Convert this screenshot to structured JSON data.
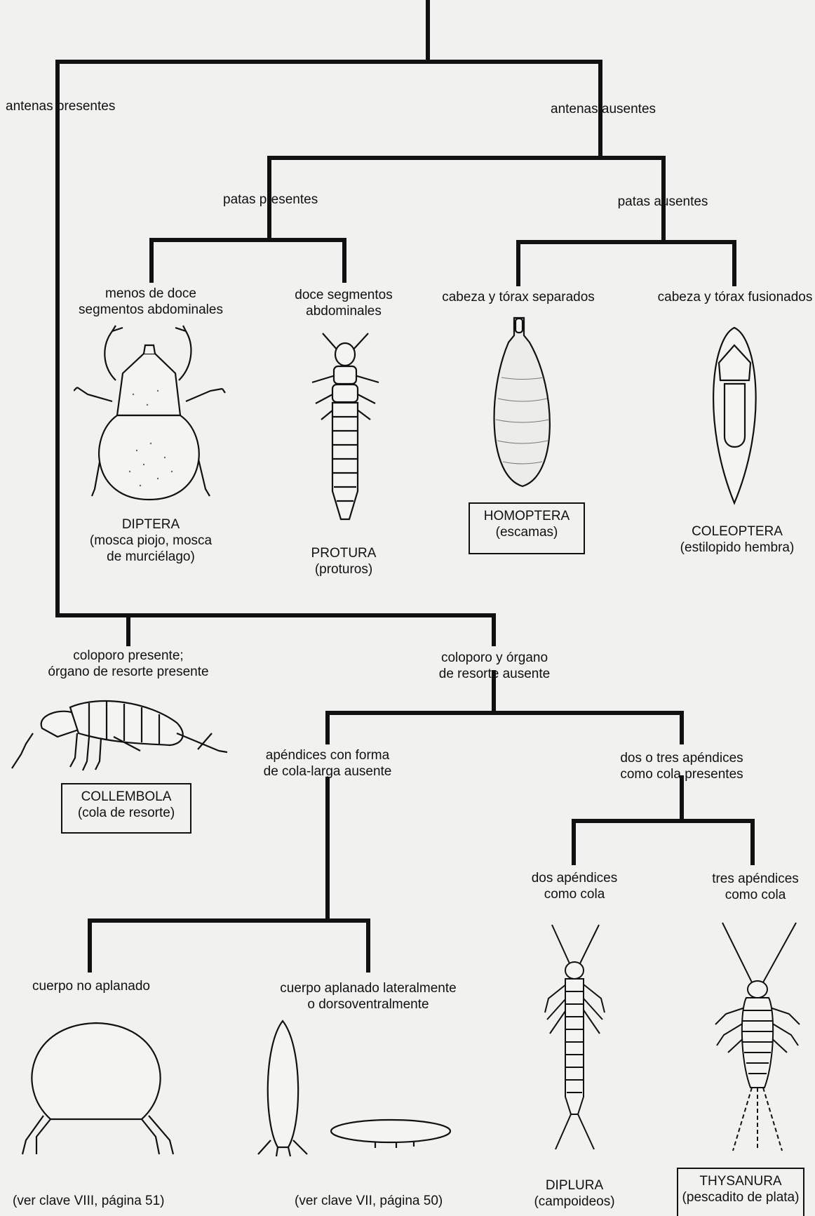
{
  "labels": {
    "antenas_presentes": "antenas presentes",
    "antenas_ausentes": "antenas ausentes",
    "patas_presentes": "patas presentes",
    "patas_ausentes": "patas ausentes",
    "menos_doce": [
      "menos de doce",
      "segmentos abdominales"
    ],
    "doce_segmentos": [
      "doce segmentos",
      "abdominales"
    ],
    "cabeza_separados": "cabeza y tórax separados",
    "cabeza_fusionados": "cabeza y tórax fusionados",
    "coloporo_presente": [
      "coloporo presente;",
      "órgano de resorte presente"
    ],
    "coloporo_ausente": [
      "coloporo y órgano",
      "de resorte ausente"
    ],
    "apendices_ausente": [
      "apéndices con forma",
      "de cola-larga ausente"
    ],
    "dos_tres": [
      "dos o tres apéndices",
      "como cola presentes"
    ],
    "dos_apendices": [
      "dos apéndices",
      "como cola"
    ],
    "tres_apendices": [
      "tres apéndices",
      "como cola"
    ],
    "cuerpo_no_aplanado": "cuerpo no aplanado",
    "cuerpo_aplanado": [
      "cuerpo aplanado lateralmente",
      "o dorsoventralmente"
    ]
  },
  "taxa": {
    "diptera": [
      "DIPTERA",
      "(mosca piojo, mosca",
      "de murciélago)"
    ],
    "protura": [
      "PROTURA",
      "(proturos)"
    ],
    "homoptera": [
      "HOMOPTERA",
      "(escamas)"
    ],
    "coleoptera": [
      "COLEOPTERA",
      "(estilopido hembra)"
    ],
    "collembola": [
      "COLLEMBOLA",
      "(cola de resorte)"
    ],
    "diplura": [
      "DIPLURA",
      "(campoideos)"
    ],
    "thysanura": [
      "THYSANURA",
      "(pescadito de plata)"
    ]
  },
  "refs": {
    "clave_viii": "(ver clave VIII, página 51)",
    "clave_vii": "(ver clave VII, página 50)"
  },
  "colors": {
    "line": "#111111",
    "paper": "#f1f1ef"
  }
}
